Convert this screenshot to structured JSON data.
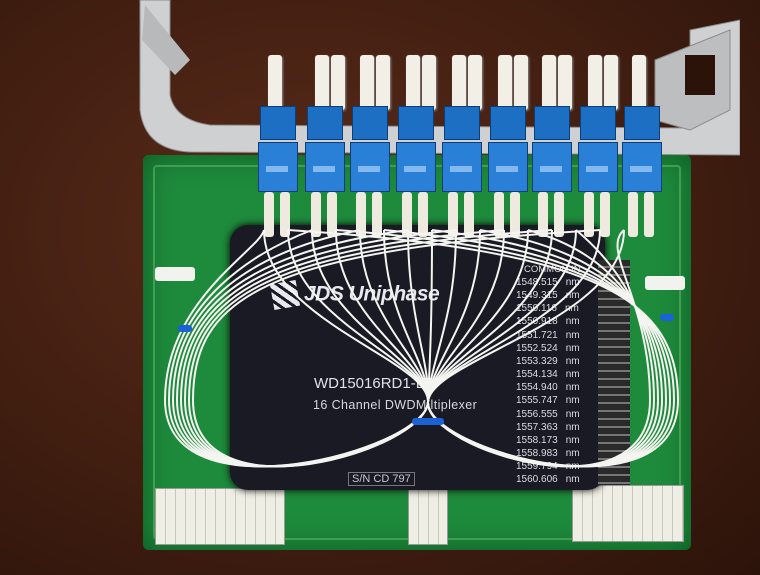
{
  "module": {
    "brand": "JDS Uniphase",
    "model": "WD15016RD1-LT",
    "description": "16 Channel DWDM   ltiplexer",
    "serial": "S/N CD  797",
    "common_label": "COMMON IN",
    "unit": "nm",
    "wavelengths": [
      "1548.515",
      "1549.315",
      "1550.116",
      "1550.918",
      "1551.721",
      "1552.524",
      "1553.329",
      "1554.134",
      "1554.940",
      "1555.747",
      "1556.555",
      "1557.363",
      "1558.173",
      "1558.983",
      "1559.794",
      "1560.606"
    ]
  },
  "colors": {
    "pcb": "#1e8a3c",
    "module": "#1a1a24",
    "connector": "#2a7fd6",
    "wood": "#3f1d10"
  }
}
